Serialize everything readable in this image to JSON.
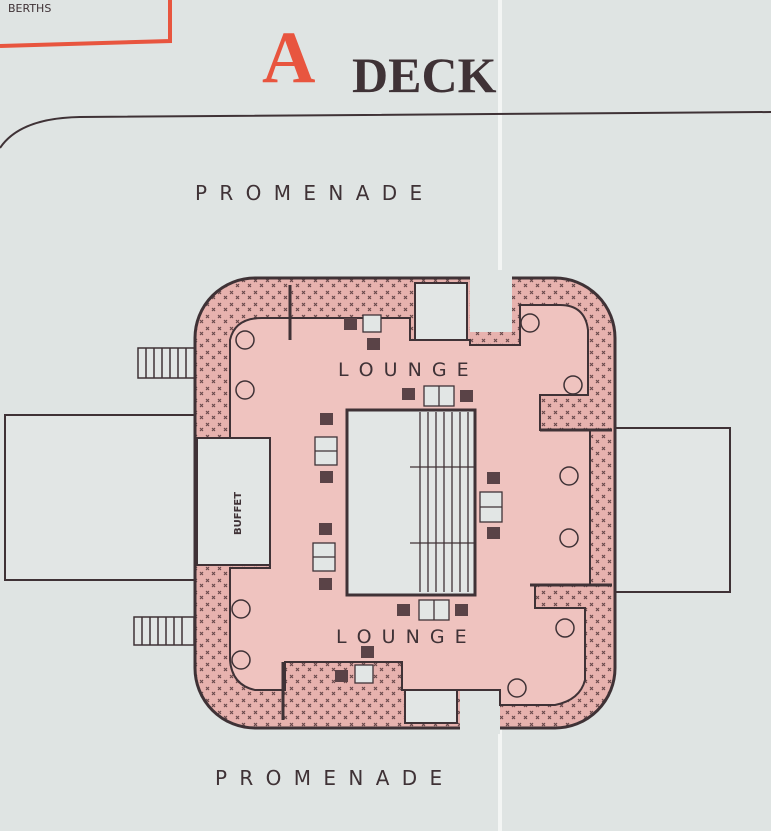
{
  "header": {
    "deck_letter": "A",
    "deck_word": "DECK",
    "corner_label": "BERTHS"
  },
  "areas": {
    "promenade_top": "P R O M E N A D E",
    "promenade_bottom": "P R O M E N A D E",
    "lounge_upper": "L O U N G E",
    "lounge_lower": "L O U N G E",
    "buffet": "BUFFET"
  },
  "colors": {
    "paper": "#dfe4e3",
    "accent_red": "#e8553f",
    "lounge_pink": "#efc3bf",
    "ink": "#3f3236"
  }
}
